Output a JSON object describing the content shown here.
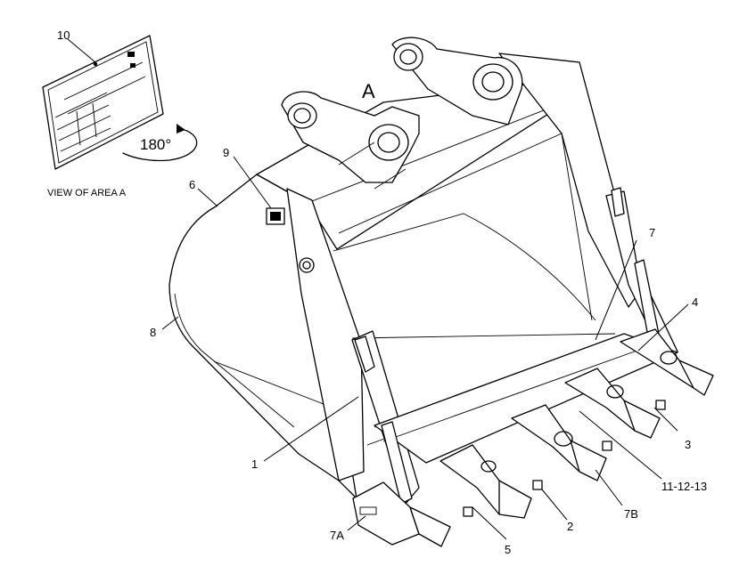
{
  "area_label": "A",
  "view_caption": "VIEW OF AREA  A",
  "rotation_label": "180°",
  "callouts": {
    "c10": "10",
    "c9": "9",
    "c6": "6",
    "c8": "8",
    "c7": "7",
    "c4": "4",
    "c1": "1",
    "c3": "3",
    "c111213": "11-12-13",
    "c7B": "7B",
    "c2": "2",
    "c5": "5",
    "c7A": "7A"
  }
}
